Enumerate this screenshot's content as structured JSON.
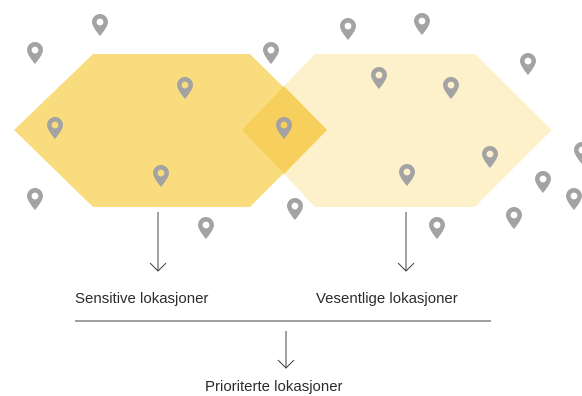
{
  "labels": {
    "left": "Sensitive lokasjoner",
    "right": "Vesentlige lokasjoner",
    "result": "Prioriterte lokasjoner"
  },
  "colors": {
    "left_shape": "#f9dc7e",
    "right_shape": "#fdf1cb",
    "overlap": "#f7cf5c",
    "pin": "#a3a3a3",
    "line": "#444444"
  },
  "icons": {
    "marker": "map-pin-icon",
    "connector": "arrow-down-icon"
  }
}
